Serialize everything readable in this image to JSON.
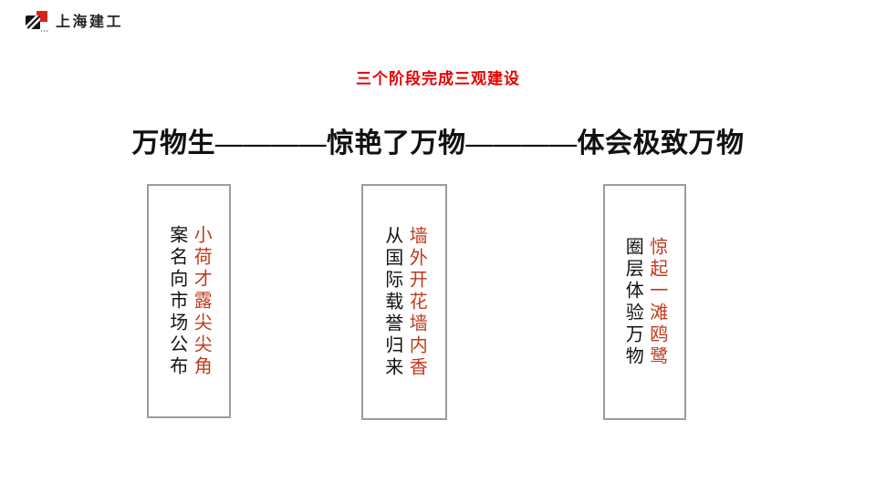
{
  "logo": {
    "text": "上海建工",
    "icon": "shanghai-construction-group-mark"
  },
  "subtitle": {
    "text": "三个阶段完成三观建设"
  },
  "title": {
    "text": "万物生————惊艳了万物————体会极致万物"
  },
  "stages": [
    {
      "highlight": "小荷才露尖尖角",
      "label": "案名向市场公布"
    },
    {
      "highlight": "墙外开花墙内香",
      "label": "从国际载誉归来"
    },
    {
      "highlight": "惊起一滩鸥鹭",
      "label": "圈层体验万物"
    }
  ],
  "colors": {
    "subtitle_red": "#e60000",
    "accent_red": "#c03a1e",
    "text_black": "#111111",
    "box_border": "#9c9c9c",
    "logo_red": "#d6231d",
    "logo_black": "#161616"
  }
}
